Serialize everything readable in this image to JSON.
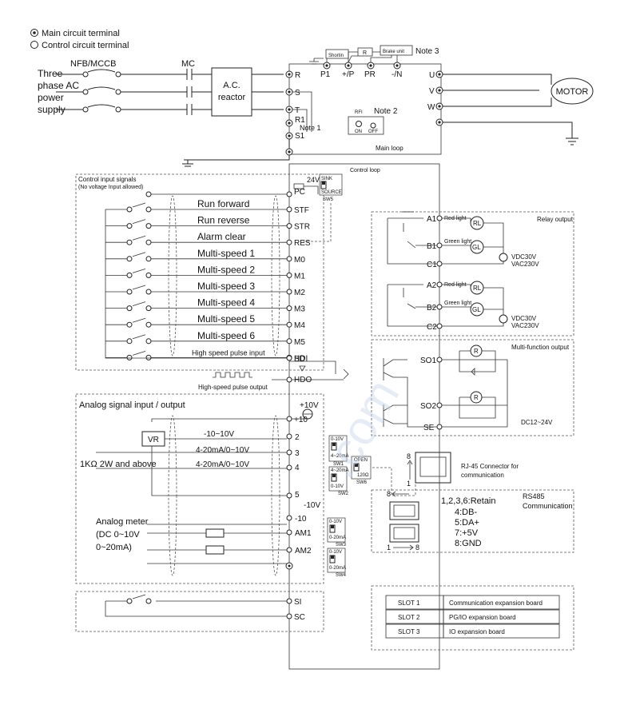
{
  "legend": {
    "main_circuit": "Main circuit terminal",
    "control_circuit": "Control circuit terminal"
  },
  "power": {
    "breaker": "NFB/MCCB",
    "contactor": "MC",
    "supply_lines": [
      "Three",
      "phase AC",
      "power",
      "supply"
    ],
    "reactor_lines": [
      "A.C.",
      "reactor"
    ]
  },
  "main_terminals": {
    "r": "R",
    "s": "S",
    "t": "T",
    "r1": "R1",
    "s1": "S1",
    "u": "U",
    "v": "V",
    "w": "W",
    "p1": "P1",
    "p_plus": "+/P",
    "pr": "PR",
    "n": "-/N"
  },
  "brake": {
    "shortin": "Shortin",
    "r": "R",
    "unit": "Brake unit",
    "note3": "Note 3"
  },
  "notes": {
    "note1": "Note 1",
    "note2": "Note 2",
    "rfi": "RFI",
    "on": "ON",
    "off": "OFF"
  },
  "motor": "MOTOR",
  "main_loop": "Main loop",
  "control_loop": "Control loop",
  "control_input": {
    "title_line1": "Control input signals",
    "title_line2": "(No voltage Input allowed)",
    "supply": "24V",
    "pc": "PC",
    "sw5": {
      "top": "SINK",
      "bottom": "SOURCE",
      "name": "SW5"
    },
    "signals": [
      {
        "label": "Run forward",
        "term": "STF"
      },
      {
        "label": "Run reverse",
        "term": "STR"
      },
      {
        "label": "Alarm clear",
        "term": "RES"
      },
      {
        "label": "Multi-speed 1",
        "term": "M0"
      },
      {
        "label": "Multi-speed 2",
        "term": "M1"
      },
      {
        "label": "Multi-speed 3",
        "term": "M2"
      },
      {
        "label": "Multi-speed 4",
        "term": "M3"
      },
      {
        "label": "Multi-speed 5",
        "term": "M4"
      },
      {
        "label": "Multi-speed 6",
        "term": "M5"
      },
      {
        "label": "High speed pulse input",
        "term": "HDI"
      }
    ],
    "sd": "SD",
    "hdo": "HDO",
    "hdo_label": "High-speed pulse output"
  },
  "analog": {
    "title": "Analog signal input / output",
    "plus10v": "+10V",
    "plus10": "+10",
    "vr": "VR",
    "resistor": "1KΩ 2W and above",
    "ranges": [
      "-10~10V",
      "4-20mA/0~10V",
      "4-20mA/0~10V"
    ],
    "terms": [
      "2",
      "3",
      "4",
      "5",
      "-10",
      "AM1",
      "AM2"
    ],
    "minus10v": "-10V",
    "meter_lines": [
      "Analog meter",
      "(DC 0~10V",
      "0~20mA)"
    ],
    "sw1": {
      "top": "0-10V",
      "bottom": "4~20mA",
      "name": "SW1"
    },
    "sw2": {
      "top": "4~20mA",
      "bottom": "0-10V",
      "name": "SW2"
    },
    "sw3": {
      "top": "0-10V",
      "bottom": "0-20mA",
      "name": "SW3"
    },
    "sw4": {
      "top": "0-10V",
      "bottom": "0-20mA",
      "name": "SW4"
    },
    "sw6": {
      "top": "OPEN",
      "bottom": "120Ω",
      "name": "SW6"
    }
  },
  "relay": {
    "title": "Relay output",
    "terms": [
      "A1",
      "B1",
      "C1",
      "A2",
      "B2",
      "C2"
    ],
    "red": "Red light",
    "green": "Green light",
    "rl": "RL",
    "gl": "GL",
    "vdc": "VDC30V",
    "vac": "VAC230V"
  },
  "multifunction": {
    "title": "Multi-function output",
    "terms": [
      "SO1",
      "SO2",
      "SE"
    ],
    "r": "R",
    "dc": "DC12~24V"
  },
  "rj45": {
    "label_line1": "RJ-45 Connector for",
    "label_line2": "communication",
    "n8": "8",
    "n1": "1"
  },
  "rs485": {
    "title_line1": "RS485",
    "title_line2": "Communication",
    "pins": [
      "1,2,3,6:Retain",
      "4:DB-",
      "5:DA+",
      "7:+5V",
      "8:GND"
    ],
    "top_label": "8",
    "bottom_left": "1",
    "bottom_right": "8"
  },
  "si_sc": {
    "si": "SI",
    "sc": "SC"
  },
  "slots": [
    {
      "slot": "SLOT 1",
      "desc": "Communication expansion board"
    },
    {
      "slot": "SLOT 2",
      "desc": "PG/IO expansion board"
    },
    {
      "slot": "SLOT 3",
      "desc": "IO expansion board"
    }
  ]
}
